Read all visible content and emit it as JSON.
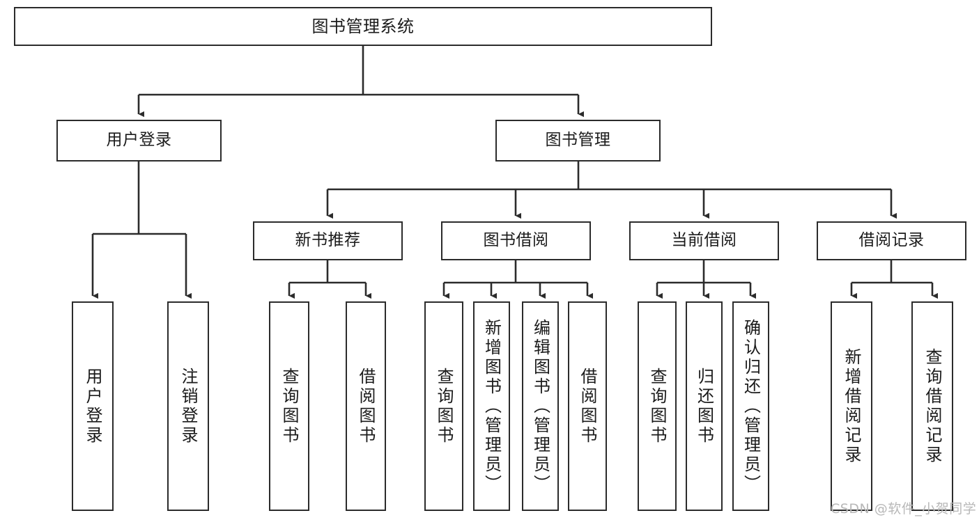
{
  "diagram": {
    "type": "hierarchy-tree",
    "title": "图书管理系统",
    "colors": {
      "box_border": "#2b2b2b",
      "box_fill": "#ffffff",
      "connector": "#2b2b2b",
      "text": "#1b1b1b",
      "watermark": "#b8b8b8",
      "background": "#ffffff"
    },
    "root": {
      "label": "图书管理系统"
    },
    "level2": [
      {
        "id": "user-login",
        "label": "用户登录"
      },
      {
        "id": "book-management",
        "label": "图书管理"
      }
    ],
    "level3": [
      {
        "id": "new-book-recommend",
        "label": "新书推荐",
        "parent": "book-management"
      },
      {
        "id": "book-borrow",
        "label": "图书借阅",
        "parent": "book-management"
      },
      {
        "id": "current-borrow",
        "label": "当前借阅",
        "parent": "book-management"
      },
      {
        "id": "borrow-record",
        "label": "借阅记录",
        "parent": "book-management"
      }
    ],
    "leaves": {
      "user-login": [
        {
          "id": "leaf-user-login",
          "label": "用户登录"
        },
        {
          "id": "leaf-user-logout",
          "label": "注销登录"
        }
      ],
      "new-book-recommend": [
        {
          "id": "leaf-query-book-1",
          "label": "查询图书"
        },
        {
          "id": "leaf-borrow-book-1",
          "label": "借阅图书"
        }
      ],
      "book-borrow": [
        {
          "id": "leaf-query-book-2",
          "label": "查询图书"
        },
        {
          "id": "leaf-add-book-admin",
          "label": "新增图书（管理员）"
        },
        {
          "id": "leaf-edit-book-admin",
          "label": "编辑图书（管理员）"
        },
        {
          "id": "leaf-borrow-book-2",
          "label": "借阅图书"
        }
      ],
      "current-borrow": [
        {
          "id": "leaf-query-book-3",
          "label": "查询图书"
        },
        {
          "id": "leaf-return-book",
          "label": "归还图书"
        },
        {
          "id": "leaf-confirm-return-admin",
          "label": "确认归还（管理员）"
        }
      ],
      "borrow-record": [
        {
          "id": "leaf-add-borrow-record",
          "label": "新增借阅记录"
        },
        {
          "id": "leaf-query-borrow-record",
          "label": "查询借阅记录"
        }
      ]
    },
    "watermark": "CSDN @软件_小贺同学"
  }
}
